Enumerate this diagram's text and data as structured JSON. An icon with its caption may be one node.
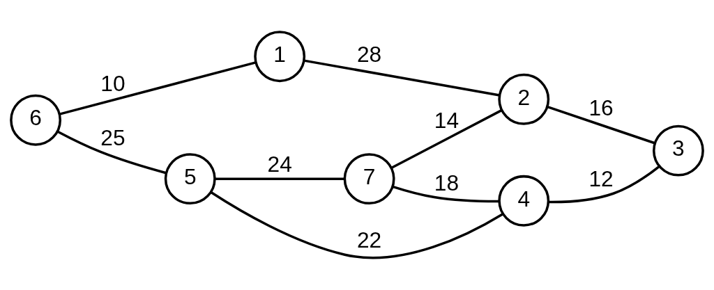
{
  "diagram": {
    "nodes": [
      {
        "text": [
          "1"
        ]
      },
      {
        "text": [
          "2"
        ]
      },
      {
        "text": [
          "3"
        ]
      },
      {
        "text": [
          "4"
        ]
      },
      {
        "text": [
          "5"
        ]
      },
      {
        "text": [
          "6"
        ]
      },
      {
        "text": [
          "7"
        ]
      }
    ],
    "edges": [
      {
        "from": 0,
        "to": 1,
        "arrow": "none",
        "label": "28"
      },
      {
        "from": 5,
        "to": 0,
        "arrow": "none",
        "label": "10"
      },
      {
        "from": 6,
        "to": 1,
        "arrow": "none",
        "label": "14"
      },
      {
        "from": 1,
        "to": 2,
        "arrow": "none",
        "label": "16"
      },
      {
        "from": 5,
        "to": 4,
        "arrow": "none",
        "label": "25"
      },
      {
        "from": 4,
        "to": 6,
        "arrow": "none",
        "label": "24"
      },
      {
        "from": 6,
        "to": 3,
        "arrow": "none",
        "label": "18"
      },
      {
        "from": 3,
        "to": 2,
        "arrow": "none",
        "label": "12"
      },
      {
        "from": 4,
        "to": 3,
        "arrow": "none",
        "label": "22"
      }
    ]
  }
}
